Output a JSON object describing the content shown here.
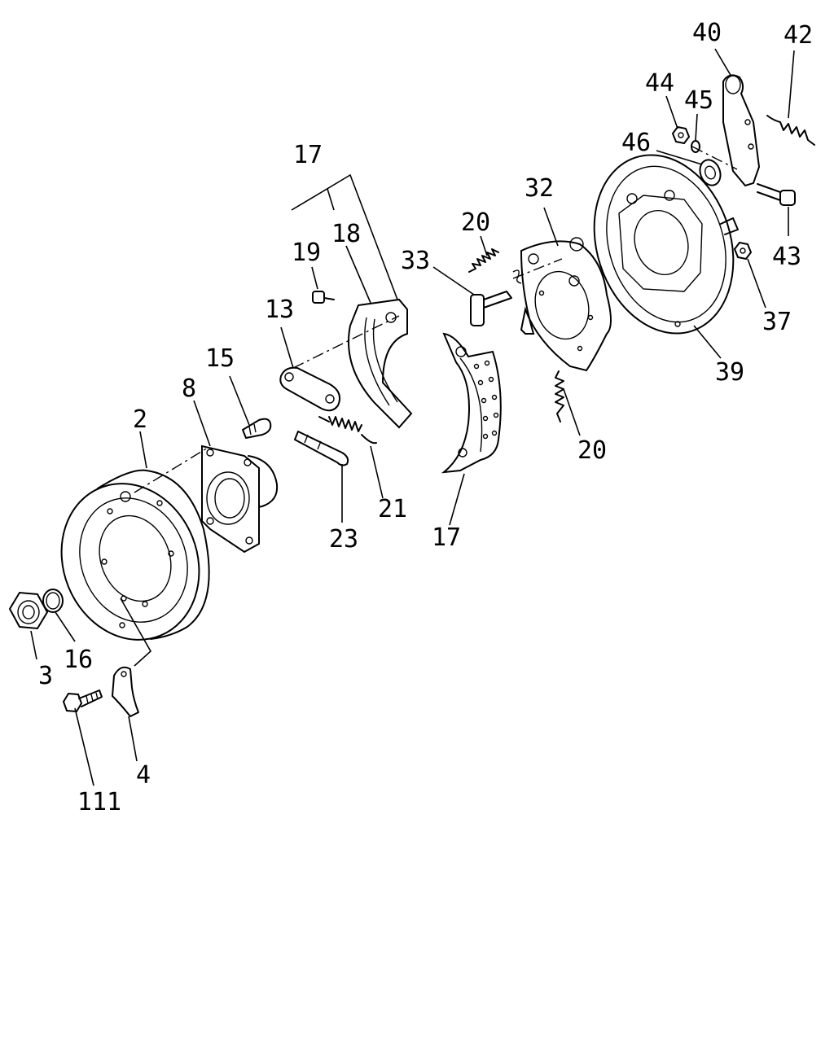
{
  "labels": {
    "l2": "2",
    "l3": "3",
    "l4": "4",
    "l8": "8",
    "l13": "13",
    "l15": "15",
    "l16": "16",
    "l17a": "17",
    "l17b": "17",
    "l18": "18",
    "l19": "19",
    "l20a": "20",
    "l20b": "20",
    "l21": "21",
    "l23": "23",
    "l32": "32",
    "l33": "33",
    "l37": "37",
    "l39": "39",
    "l40": "40",
    "l42": "42",
    "l43": "43",
    "l44": "44",
    "l45": "45",
    "l46": "46",
    "l111": "111"
  }
}
